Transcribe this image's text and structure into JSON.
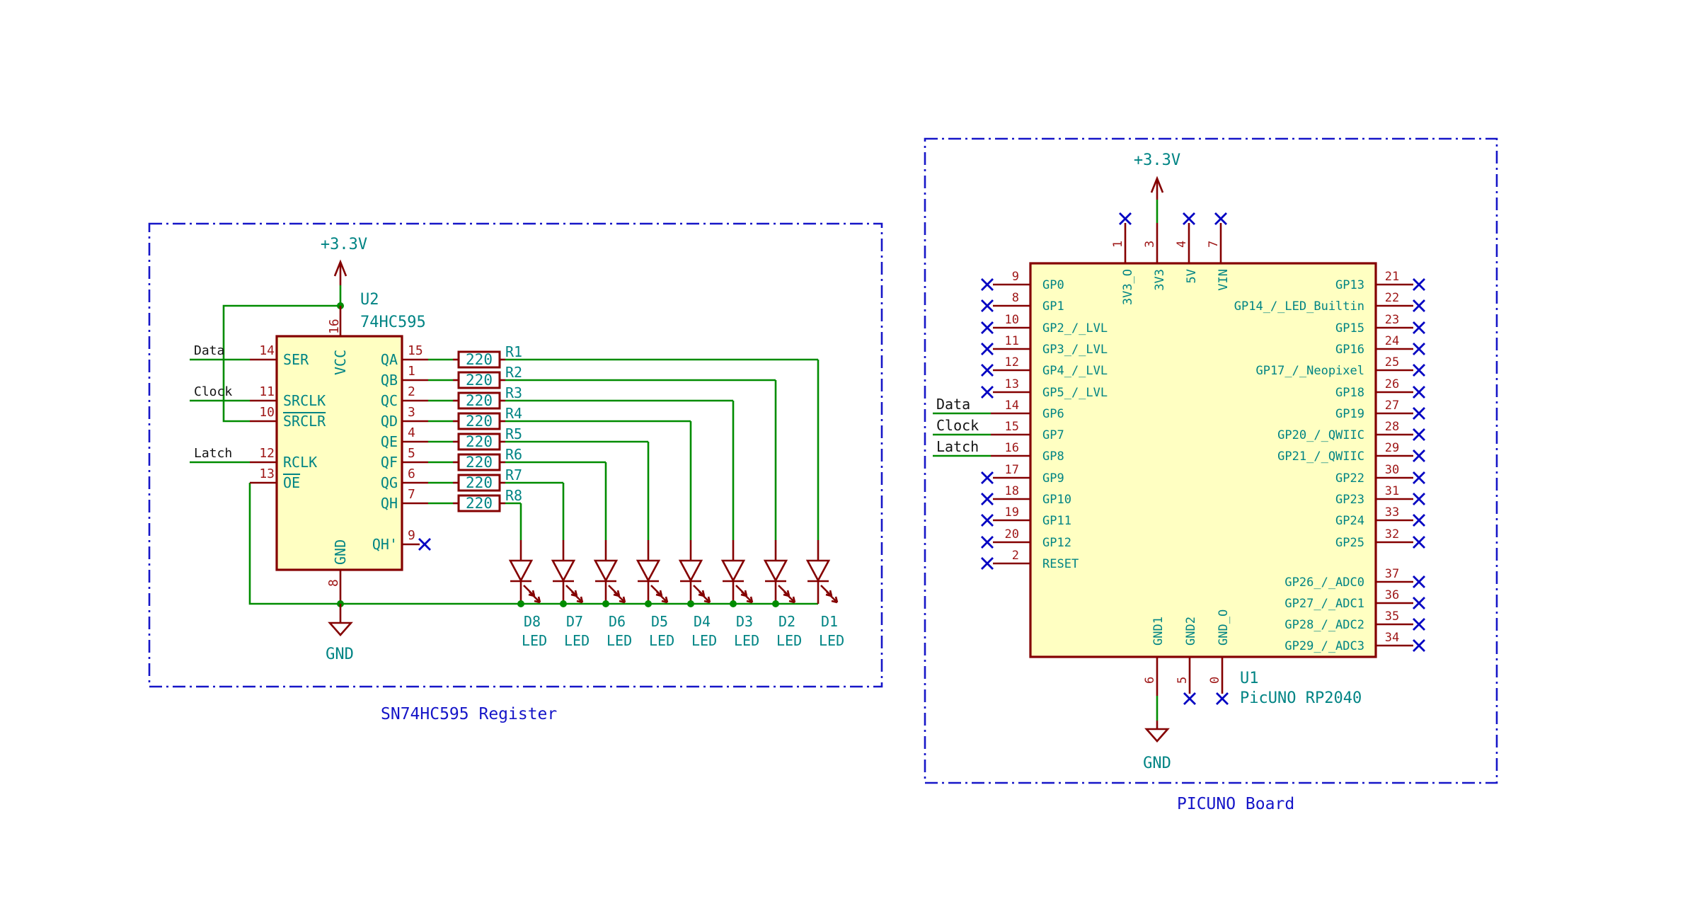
{
  "colors": {
    "wire_green": "#008C00",
    "symbol_maroon": "#840000",
    "pin_name_teal": "#008484",
    "pin_number_red": "#9E1616",
    "no_connect_blue": "#0000C2",
    "sheet_border_blue": "#1616C8",
    "body_fill_yellow": "#FFFFC2",
    "net_label_black": "#141414"
  },
  "left_sheet": {
    "title": "SN74HC595 Register",
    "power_label": "+3.3V",
    "gnd_label": "GND",
    "net_labels": [
      "Data",
      "Clock",
      "Latch"
    ],
    "ic": {
      "reference": "U2",
      "value": "74HC595",
      "top_pin": {
        "number": "16",
        "name": "VCC"
      },
      "bottom_pin": {
        "number": "8",
        "name": "GND"
      },
      "left_pins": [
        {
          "number": "14",
          "name": "SER"
        },
        {
          "number": "11",
          "name": "SRCLK"
        },
        {
          "number": "10",
          "name": "SRCLR",
          "overbar": true
        },
        {
          "number": "12",
          "name": "RCLK"
        },
        {
          "number": "13",
          "name": "OE",
          "overbar": true
        }
      ],
      "right_pins": [
        {
          "number": "15",
          "name": "QA"
        },
        {
          "number": "1",
          "name": "QB"
        },
        {
          "number": "2",
          "name": "QC"
        },
        {
          "number": "3",
          "name": "QD"
        },
        {
          "number": "4",
          "name": "QE"
        },
        {
          "number": "5",
          "name": "QF"
        },
        {
          "number": "6",
          "name": "QG"
        },
        {
          "number": "7",
          "name": "QH"
        },
        {
          "number": "9",
          "name": "QH'",
          "no_connect": true
        }
      ]
    },
    "resistors": [
      {
        "reference": "R1",
        "value": "220"
      },
      {
        "reference": "R2",
        "value": "220"
      },
      {
        "reference": "R3",
        "value": "220"
      },
      {
        "reference": "R4",
        "value": "220"
      },
      {
        "reference": "R5",
        "value": "220"
      },
      {
        "reference": "R6",
        "value": "220"
      },
      {
        "reference": "R7",
        "value": "220"
      },
      {
        "reference": "R8",
        "value": "220"
      }
    ],
    "leds": [
      {
        "reference": "D1",
        "value": "LED"
      },
      {
        "reference": "D2",
        "value": "LED"
      },
      {
        "reference": "D3",
        "value": "LED"
      },
      {
        "reference": "D4",
        "value": "LED"
      },
      {
        "reference": "D5",
        "value": "LED"
      },
      {
        "reference": "D6",
        "value": "LED"
      },
      {
        "reference": "D7",
        "value": "LED"
      },
      {
        "reference": "D8",
        "value": "LED"
      }
    ]
  },
  "right_sheet": {
    "title": "PICUNO Board",
    "power_label": "+3.3V",
    "gnd_label": "GND",
    "net_labels": [
      "Data",
      "Clock",
      "Latch"
    ],
    "ic": {
      "reference": "U1",
      "value": "PicUNO RP2040",
      "top_pins": [
        {
          "number": "1",
          "name": "3V3_O",
          "no_connect": true
        },
        {
          "number": "3",
          "name": "3V3",
          "power": true
        },
        {
          "number": "4",
          "name": "5V",
          "no_connect": true
        },
        {
          "number": "7",
          "name": "VIN",
          "no_connect": true
        }
      ],
      "left_pins": [
        {
          "number": "9",
          "name": "GP0",
          "no_connect": true
        },
        {
          "number": "8",
          "name": "GP1",
          "no_connect": true
        },
        {
          "number": "10",
          "name": "GP2_/_LVL",
          "no_connect": true
        },
        {
          "number": "11",
          "name": "GP3_/_LVL",
          "no_connect": true
        },
        {
          "number": "12",
          "name": "GP4_/_LVL",
          "no_connect": true
        },
        {
          "number": "13",
          "name": "GP5_/_LVL",
          "no_connect": true
        },
        {
          "number": "14",
          "name": "GP6",
          "net": 0
        },
        {
          "number": "15",
          "name": "GP7",
          "net": 1
        },
        {
          "number": "16",
          "name": "GP8",
          "net": 2
        },
        {
          "number": "17",
          "name": "GP9",
          "no_connect": true
        },
        {
          "number": "18",
          "name": "GP10",
          "no_connect": true
        },
        {
          "number": "19",
          "name": "GP11",
          "no_connect": true
        },
        {
          "number": "20",
          "name": "GP12",
          "no_connect": true
        },
        {
          "number": "2",
          "name": "RESET",
          "no_connect": true
        }
      ],
      "right_pins": [
        {
          "number": "21",
          "name": "GP13",
          "no_connect": true
        },
        {
          "number": "22",
          "name": "GP14_/_LED_Builtin",
          "no_connect": true
        },
        {
          "number": "23",
          "name": "GP15",
          "no_connect": true
        },
        {
          "number": "24",
          "name": "GP16",
          "no_connect": true
        },
        {
          "number": "25",
          "name": "GP17_/_Neopixel",
          "no_connect": true
        },
        {
          "number": "26",
          "name": "GP18",
          "no_connect": true
        },
        {
          "number": "27",
          "name": "GP19",
          "no_connect": true
        },
        {
          "number": "28",
          "name": "GP20_/_QWIIC",
          "no_connect": true
        },
        {
          "number": "29",
          "name": "GP21_/_QWIIC",
          "no_connect": true
        },
        {
          "number": "30",
          "name": "GP22",
          "no_connect": true
        },
        {
          "number": "31",
          "name": "GP23",
          "no_connect": true
        },
        {
          "number": "33",
          "name": "GP24",
          "no_connect": true
        },
        {
          "number": "32",
          "name": "GP25",
          "no_connect": true
        },
        {
          "number": "37",
          "name": "GP26_/_ADC0",
          "no_connect": true
        },
        {
          "number": "36",
          "name": "GP27_/_ADC1",
          "no_connect": true
        },
        {
          "number": "35",
          "name": "GP28_/_ADC2",
          "no_connect": true
        },
        {
          "number": "34",
          "name": "GP29_/_ADC3",
          "no_connect": true
        }
      ],
      "bottom_pins": [
        {
          "number": "6",
          "name": "GND1",
          "ground": true
        },
        {
          "number": "5",
          "name": "GND2",
          "no_connect": true
        },
        {
          "number": "0",
          "name": "GND_O",
          "no_connect": true
        }
      ]
    }
  }
}
